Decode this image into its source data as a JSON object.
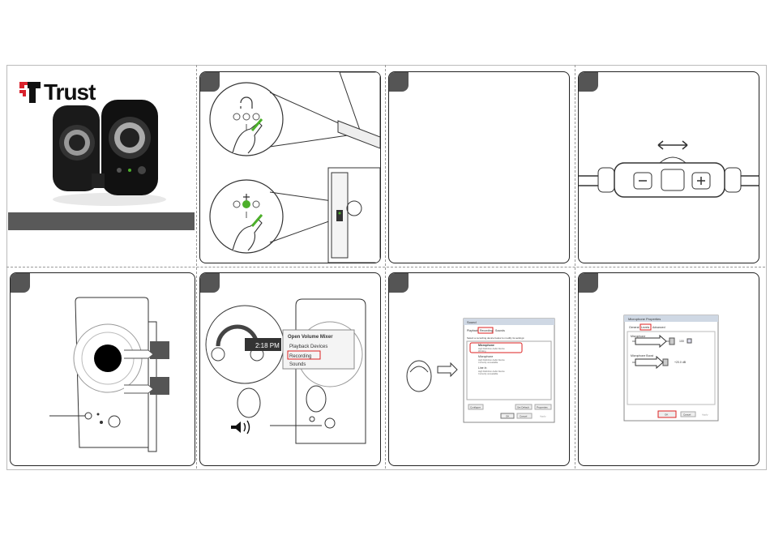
{
  "brand": {
    "name": "Trust"
  },
  "panel3": {
    "time": "2:18 PM"
  },
  "mixer_menu": {
    "items": [
      "Open Volume Mixer",
      "Playback Devices",
      "Recording",
      "Sounds"
    ]
  },
  "recording_dialog": {
    "title": "Sound",
    "tabs": [
      "Playback",
      "Recording",
      "Sounds"
    ],
    "instruction": "Select a recording device below to modify its settings:",
    "devices": [
      {
        "name": "Microphone",
        "desc": "High Definition Audio Device",
        "status": "Working"
      },
      {
        "name": "Microphone",
        "desc": "High Definition Audio Device",
        "status": "Currently unavailable"
      },
      {
        "name": "Line In",
        "desc": "High Definition Audio Device",
        "status": "Currently unavailable"
      }
    ],
    "buttons": {
      "configure": "Configure",
      "set_default": "Set Default",
      "properties": "Properties",
      "ok": "OK",
      "cancel": "Cancel",
      "apply": "Apply"
    }
  },
  "mic_dialog": {
    "title": "Microphone Properties",
    "tabs": [
      "General",
      "Levels",
      "Advanced"
    ],
    "microphone_label": "Microphone",
    "mic_value": "100",
    "boost_label": "Microphone Boost",
    "boost_value": "+20.0 dB",
    "buttons": {
      "ok": "OK",
      "cancel": "Cancel",
      "apply": "Apply"
    }
  },
  "colors": {
    "banner": "#595959",
    "logo_red": "#d9232d",
    "accent_red": "#d22",
    "led_green": "#4caf2a"
  }
}
